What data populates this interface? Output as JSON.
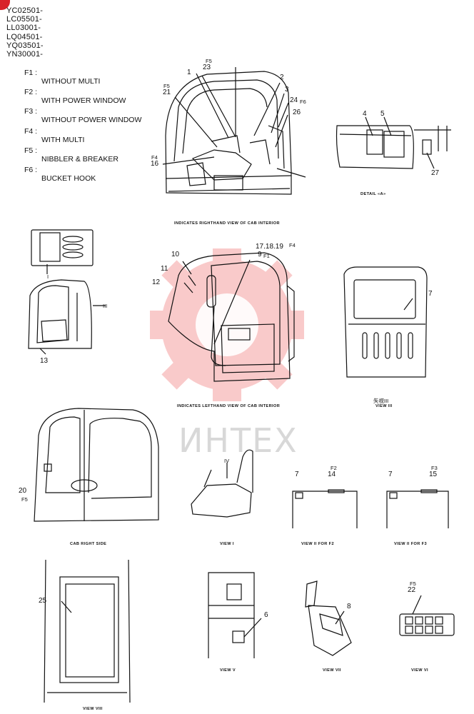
{
  "serials": [
    "YC02501-",
    "LC05501-",
    "LL03001-",
    "LQ04501-",
    "YQ03501-",
    "YN30001-"
  ],
  "legend": [
    {
      "code": "F1 :",
      "desc": "WITHOUT MULTI"
    },
    {
      "code": "F2 :",
      "desc": "WITH POWER WINDOW"
    },
    {
      "code": "F3 :",
      "desc": "WITHOUT POWER WINDOW"
    },
    {
      "code": "F4 :",
      "desc": "WITH MULTI"
    },
    {
      "code": "F5 :",
      "desc": "NIBBLER & BREAKER"
    },
    {
      "code": "F6 :",
      "desc": "BUCKET HOOK"
    }
  ],
  "callouts": {
    "c1": "1",
    "c2": "2",
    "c3": "3",
    "c4": "4",
    "c5": "5",
    "c6": "6",
    "c7a": "7",
    "c7b": "7",
    "c7c": "7",
    "c8": "8",
    "c10": "10",
    "c11": "11",
    "c12": "12",
    "c13": "13",
    "c14": "14",
    "c15": "15",
    "c16": "16",
    "c20": "20",
    "c21": "21",
    "c22": "22",
    "c23": "23",
    "c24": "24",
    "c25": "25",
    "c26": "26",
    "c27": "27",
    "c1719": "17.18.19",
    "c9": "9",
    "f5_23": "F5",
    "f5_21": "F5",
    "f6_24": "F6",
    "f4_16": "F4",
    "f4_17": "F4",
    "f1_9": "F1",
    "f5_20": "F5",
    "f2_14": "F2",
    "f3_15": "F3",
    "f5_22": "F5",
    "arrow_i": "I",
    "arrow_iii": "III",
    "arrow_iv": "IV"
  },
  "captions": {
    "detail": "DETAIL «A»",
    "rh_view": "INDICATES RIGHTHAND VIEW OF CAB INTERIOR",
    "lh_view": "INDICATES LEFTHAND VIEW OF CAB INTERIOR",
    "view3_cn": "矢视III",
    "view3": "VIEW III",
    "cab_right": "CAB RIGHT SIDE",
    "view1": "VIEW I",
    "view2_f2": "VIEW II  FOR F2",
    "view2_f3": "VIEW II  FOR F3",
    "view5": "VIEW V",
    "view7": "VIEW VII",
    "view6": "VIEW VI",
    "view8": "VIEW VIII"
  },
  "watermark": "ИНТЕХ",
  "colors": {
    "accent": "#d8232a",
    "ink": "#111111",
    "watermark": "#f4b3b3"
  }
}
